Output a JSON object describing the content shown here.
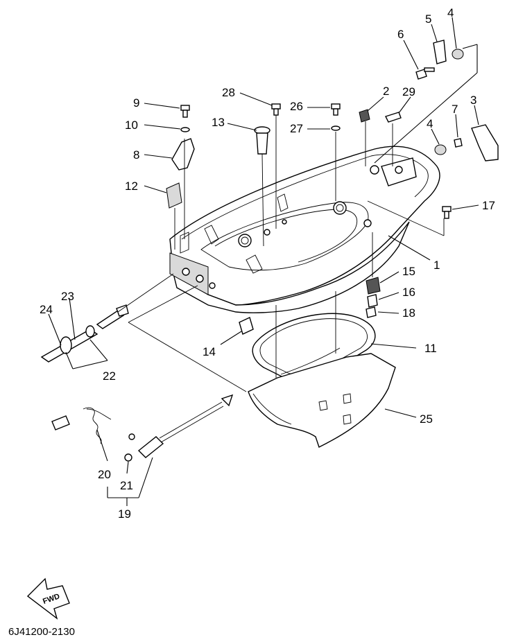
{
  "diagram_code": "6J41200-2130",
  "fwd_label": "FWD",
  "callouts": [
    "1",
    "2",
    "3",
    "4",
    "4",
    "5",
    "6",
    "7",
    "8",
    "9",
    "10",
    "11",
    "12",
    "13",
    "14",
    "15",
    "16",
    "17",
    "18",
    "19",
    "20",
    "21",
    "22",
    "23",
    "24",
    "25",
    "26",
    "27",
    "28",
    "29"
  ]
}
